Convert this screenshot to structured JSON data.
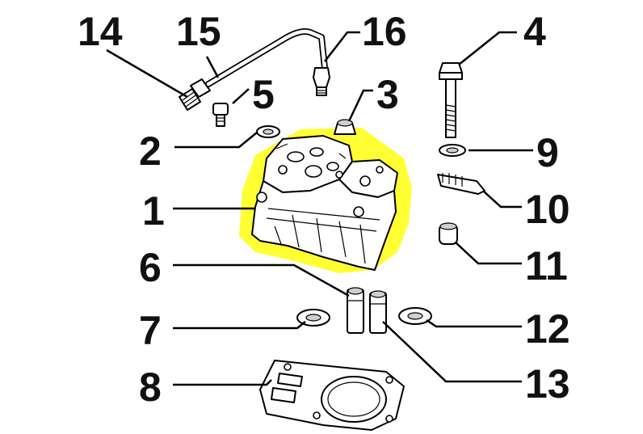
{
  "highlight_color": "#ffff33",
  "callouts": {
    "c1": "1",
    "c2": "2",
    "c3": "3",
    "c4": "4",
    "c5": "5",
    "c6": "6",
    "c7": "7",
    "c8": "8",
    "c9": "9",
    "c10": "10",
    "c11": "11",
    "c12": "12",
    "c13": "13",
    "c14": "14",
    "c15": "15",
    "c16": "16"
  },
  "parts": [
    {
      "callout": "1",
      "name": "cylinder-head",
      "highlighted": true
    },
    {
      "callout": "2",
      "name": "sealing-washer"
    },
    {
      "callout": "3",
      "name": "valve-stem-seal"
    },
    {
      "callout": "4",
      "name": "head-bolt"
    },
    {
      "callout": "5",
      "name": "socket-screw"
    },
    {
      "callout": "6",
      "name": "valve-guide"
    },
    {
      "callout": "7",
      "name": "washer"
    },
    {
      "callout": "8",
      "name": "head-gasket"
    },
    {
      "callout": "9",
      "name": "washer"
    },
    {
      "callout": "10",
      "name": "rubber-block"
    },
    {
      "callout": "11",
      "name": "bushing"
    },
    {
      "callout": "12",
      "name": "washer"
    },
    {
      "callout": "13",
      "name": "valve-guide"
    },
    {
      "callout": "14",
      "name": "injector-fitting"
    },
    {
      "callout": "15",
      "name": "fuel-pipe"
    },
    {
      "callout": "16",
      "name": "pipe-union"
    }
  ]
}
